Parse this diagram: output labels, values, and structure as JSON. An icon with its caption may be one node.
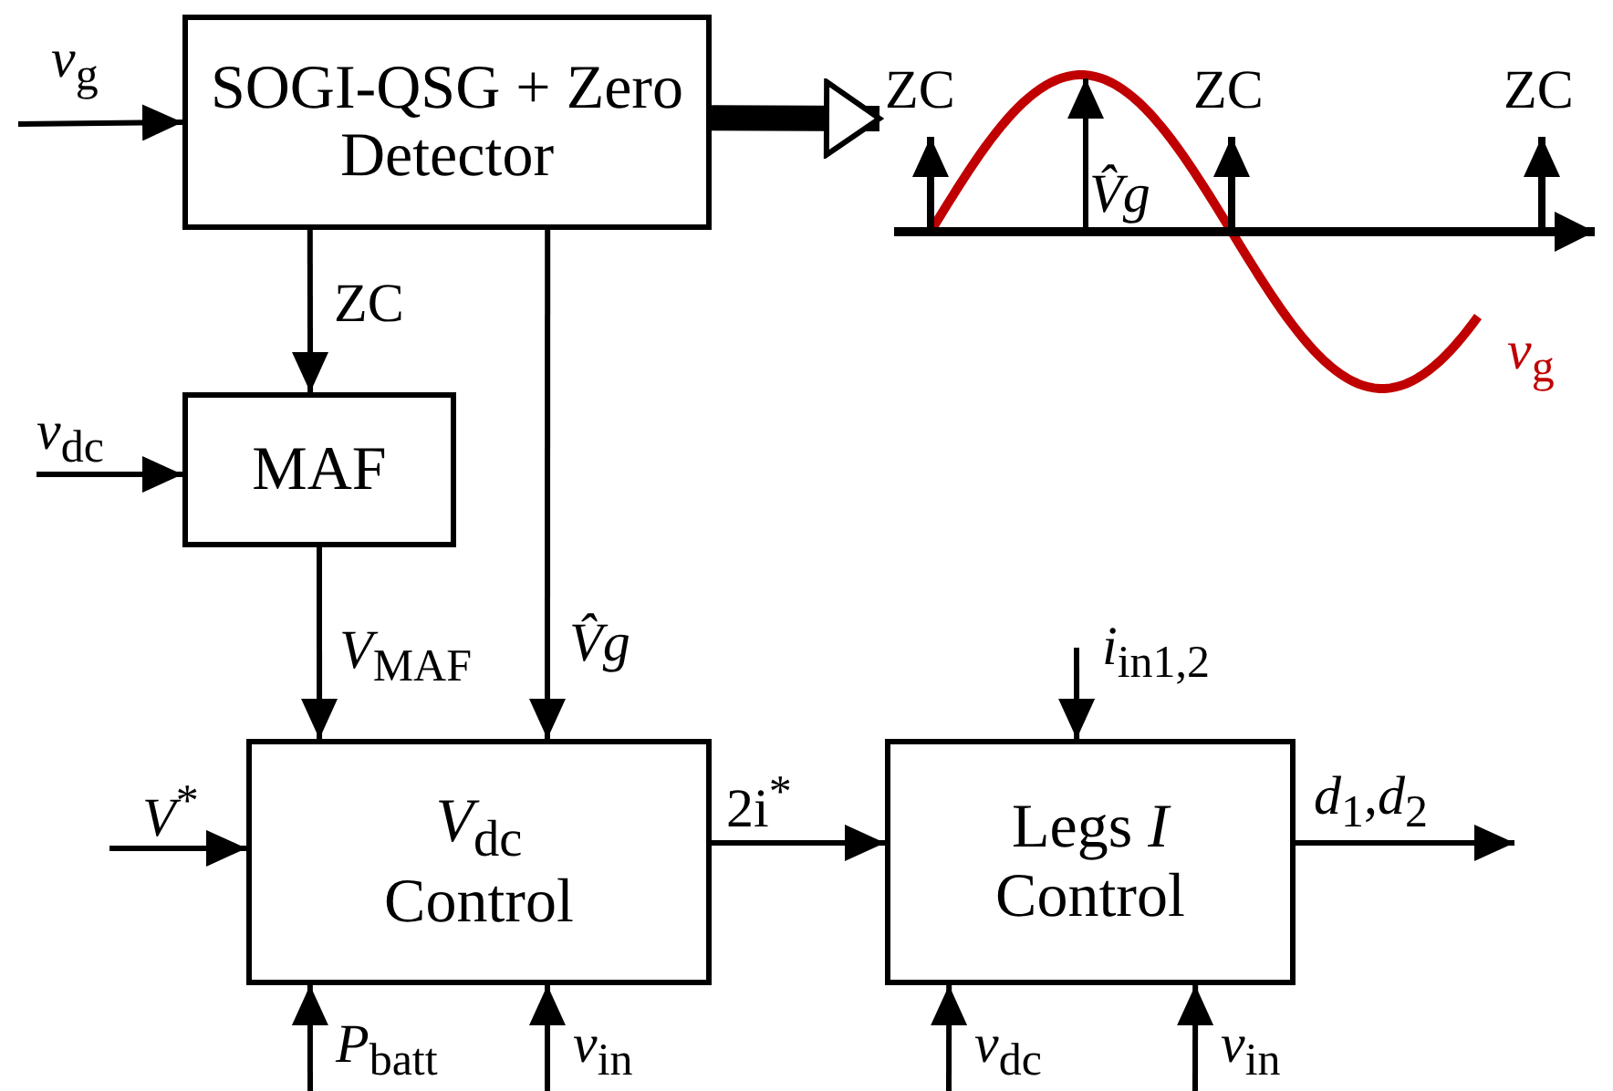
{
  "diagram": {
    "nodes": [
      {
        "text": [
          "SOGI-QSG + Zero Detector"
        ]
      },
      {
        "text": [
          "MAF"
        ]
      },
      {
        "text": [
          "*V*$_{dc}$ Control"
        ]
      },
      {
        "text": [
          "Legs *I* Control"
        ]
      },
      {
        "text": [],
        "shape": "picture"
      }
    ],
    "edges": [
      {
        "from": null,
        "to": 0,
        "arrow": "to",
        "label": "*v*$_{g}$"
      },
      {
        "from": 0,
        "to": 4,
        "arrow": "to",
        "style": "thick"
      },
      {
        "from": 0,
        "to": 1,
        "arrow": "to",
        "label": "ZC"
      },
      {
        "from": null,
        "to": 1,
        "arrow": "to",
        "label": "*v*$_{dc}$"
      },
      {
        "from": 1,
        "to": 2,
        "arrow": "to",
        "label": "*V*$_{MAF}$"
      },
      {
        "from": 0,
        "to": 2,
        "arrow": "to",
        "label": "*V̂g*"
      },
      {
        "from": null,
        "to": 2,
        "arrow": "to",
        "label": "*V*$^{*}$"
      },
      {
        "from": null,
        "to": 2,
        "arrow": "to",
        "label": "*P*$_{batt}$"
      },
      {
        "from": null,
        "to": 2,
        "arrow": "to",
        "label": "*v*$_{in}$"
      },
      {
        "from": 2,
        "to": 3,
        "arrow": "to",
        "label": "2i$^{*}$"
      },
      {
        "from": null,
        "to": 3,
        "arrow": "to",
        "label": "*i*$_{in1,2}$"
      },
      {
        "from": null,
        "to": 3,
        "arrow": "to",
        "label": "*v*$_{dc}$"
      },
      {
        "from": null,
        "to": 3,
        "arrow": "to",
        "label": "*v*$_{in}$"
      },
      {
        "from": 3,
        "to": null,
        "arrow": "to",
        "label": "*d*$_{1}$,*d*$_{2}$"
      }
    ],
    "labels": [
      "ZC",
      "ZC",
      "ZC",
      "*V̂g*",
      "*v*$_{g}$"
    ]
  }
}
